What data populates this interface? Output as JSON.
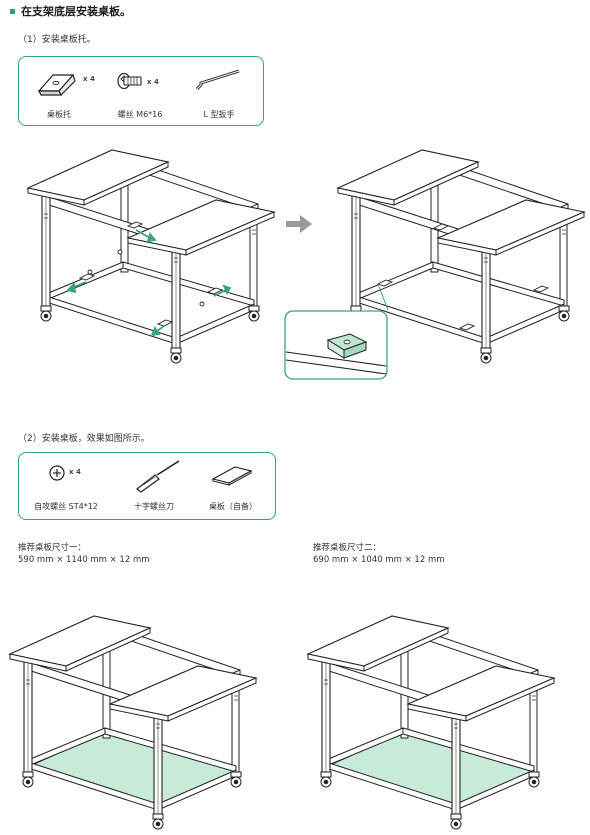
{
  "heading": "在支架底层安装桌板。",
  "step1": {
    "title": "（1）安装桌板托。",
    "parts": [
      {
        "label": "桌板托",
        "qty": "x 4",
        "icon": "bracket-icon"
      },
      {
        "label": "螺丝 M6*16",
        "qty": "x 4",
        "icon": "screw-icon"
      },
      {
        "label": "L 型扳手",
        "qty": "",
        "icon": "l-wrench-icon"
      }
    ]
  },
  "step2": {
    "title": "（2）安装桌板，效果如图所示。",
    "parts": [
      {
        "label": "自攻螺丝 ST4*12",
        "qty": "x 4",
        "icon": "self-tapping-screw-icon"
      },
      {
        "label": "十字螺丝刀",
        "qty": "",
        "icon": "screwdriver-icon"
      },
      {
        "label": "桌板（自备）",
        "qty": "",
        "icon": "board-icon"
      }
    ]
  },
  "sizes": [
    {
      "title": "推荐桌板尺寸一：",
      "value": "590 mm × 1140 mm × 12 mm"
    },
    {
      "title": "推荐桌板尺寸二：",
      "value": "690 mm × 1040 mm × 12 mm"
    }
  ],
  "colors": {
    "accent": "#3aa574",
    "panel": "#c8ead9",
    "arrow": "#9a9a9a"
  }
}
